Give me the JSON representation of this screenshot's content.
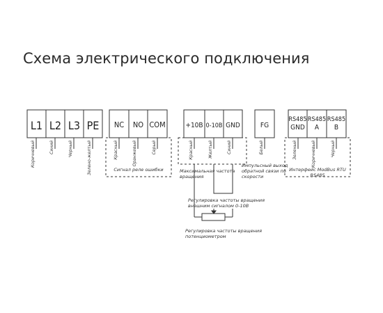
{
  "title": "Схема электрического подключения",
  "groups": {
    "power": {
      "terminals": [
        "L1",
        "L2",
        "L3",
        "PE"
      ],
      "wires": [
        "Коричневый",
        "Синий",
        "Черный",
        "Зелено-желтый"
      ]
    },
    "alarm": {
      "terminals": [
        "NC",
        "NO",
        "COM"
      ],
      "wires": [
        "Красный",
        "Оранжевый",
        "Серый"
      ],
      "caption": "Сигнал реле ошибки"
    },
    "speed": {
      "terminals": [
        "+10В",
        "0-10В",
        "GND"
      ],
      "wires": [
        "Красный",
        "Желтый",
        "Синий"
      ],
      "caption": "Максимальная частота вращения",
      "note_signal": "Регулировка частоты вращения внешним сигналом 0-10В",
      "note_pot": "Регулировка частоты вращения потенциометром"
    },
    "feedback": {
      "terminals": [
        "FG"
      ],
      "wires": [
        "Белый"
      ],
      "caption": "Импульсный выход обратной связи по скорости"
    },
    "modbus": {
      "terminals": [
        "RS485 GND",
        "RS485 A",
        "RS485 B"
      ],
      "wires": [
        "Зеленый",
        "Коричневый",
        "Черный"
      ],
      "caption": "Интерфейс ModBus RTU RS485"
    }
  }
}
